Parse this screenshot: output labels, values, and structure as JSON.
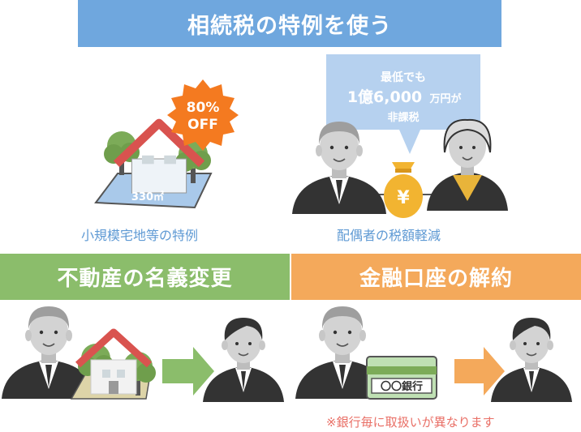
{
  "banners": {
    "top": "相続税の特例を使う",
    "left": "不動産の名義変更",
    "right": "金融口座の解約"
  },
  "discount_badge": {
    "line1": "80%",
    "line2": "OFF"
  },
  "land_area_label": "330㎡",
  "speech_bubble": {
    "line1": "最低でも",
    "amount": "1億6,000",
    "unit": "万円が",
    "line3": "非課税"
  },
  "money_bag_symbol": "¥",
  "captions": {
    "left": "小規模宅地等の特例",
    "right": "配偶者の税額軽減"
  },
  "bankbook_label": "〇〇銀行",
  "note": "※銀行毎に取扱いが異なります",
  "colors": {
    "blue_banner": "#6fa7de",
    "green_banner": "#8bbd6b",
    "orange_banner": "#f4a95b",
    "caption_blue": "#5f9ad4",
    "note_red": "#e96f66",
    "badge_orange": "#f47a20",
    "roof_red": "#d9534f"
  }
}
